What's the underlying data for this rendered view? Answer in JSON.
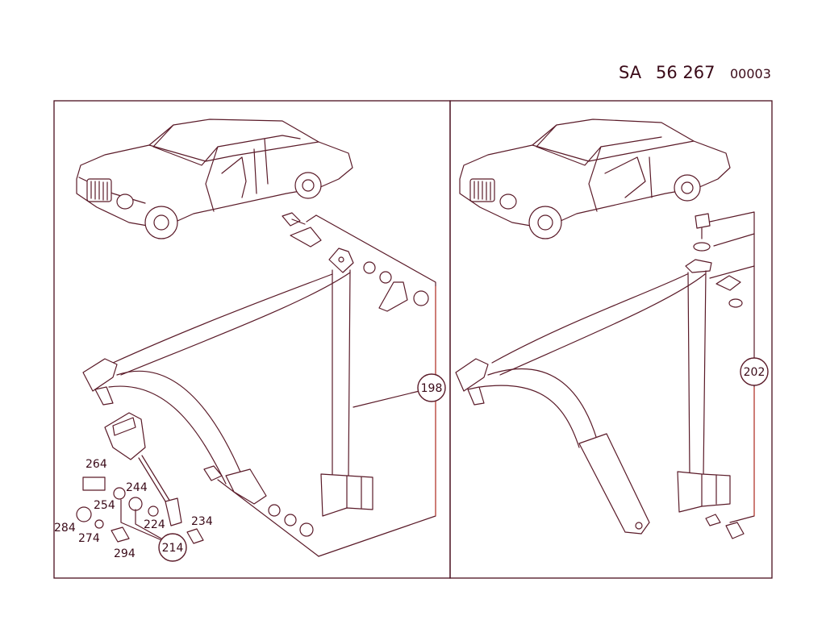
{
  "header": {
    "sa_prefix": "SA",
    "number": "56 267",
    "suffix": "00003"
  },
  "left_panel": {
    "callout": "198",
    "part_labels": {
      "p264": "264",
      "p254": "254",
      "p244": "244",
      "p284": "284",
      "p274": "274",
      "p224": "224",
      "p234": "234",
      "p294": "294",
      "p214": "214"
    }
  },
  "right_panel": {
    "callout": "202"
  },
  "colors": {
    "line": "#5a1a28",
    "accent": "#c0392b"
  }
}
